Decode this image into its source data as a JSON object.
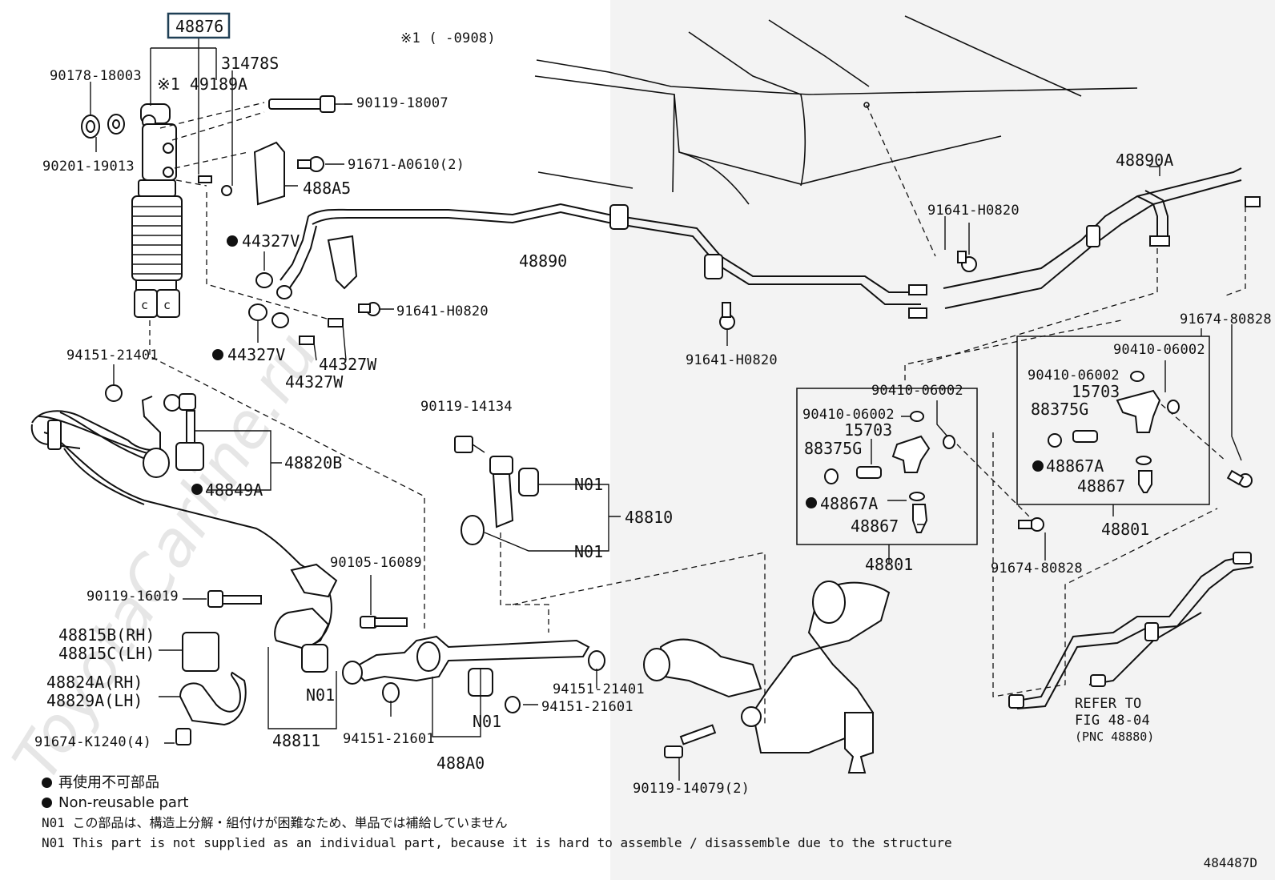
{
  "note_top": "※1 (      -0908)",
  "highlighted_part": "48876",
  "labels": {
    "p48876": "48876",
    "p31478S": "31478S",
    "p49189A": "※1 49189A",
    "p90178": "90178-18003",
    "p90201": "90201-19013",
    "p90119_18007": "90119-18007",
    "p91671": "91671-A0610(2)",
    "p488A5": "488A5",
    "p44327V_a": "44327V",
    "p44327V_b": "44327V",
    "p44327W_a": "44327W",
    "p44327W_b": "44327W",
    "p91641_a": "91641-H0820",
    "p91641_b": "91641-H0820",
    "p91641_c": "91641-H0820",
    "p48890": "48890",
    "p48890A": "48890A",
    "p91674_80828_a": "91674-80828",
    "p91674_80828_b": "91674-80828",
    "p94151_21401_a": "94151-21401",
    "p94151_21401_b": "94151-21401",
    "p48820B": "48820B",
    "p48849A": "48849A",
    "p90119_14134": "90119-14134",
    "pN01_a": "N01",
    "pN01_b": "N01",
    "pN01_c": "N01",
    "pN01_d": "N01",
    "p48810": "48810",
    "p90105": "90105-16089",
    "p90119_16019": "90119-16019",
    "p48815B": "48815B(RH)",
    "p48815C": "48815C(LH)",
    "p48824A": "48824A(RH)",
    "p48829A": "48829A(LH)",
    "p91674_K1240": "91674-K1240(4)",
    "p48811": "48811",
    "p94151_21601_a": "94151-21601",
    "p94151_21601_b": "94151-21601",
    "p488A0": "488A0",
    "p90119_14079": "90119-14079(2)",
    "p90410_a": "90410-06002",
    "p90410_b": "90410-06002",
    "p90410_c": "90410-06002",
    "p90410_d": "90410-06002",
    "p15703_a": "15703",
    "p15703_b": "15703",
    "p88375G_a": "88375G",
    "p88375G_b": "88375G",
    "p48867A_a": "48867A",
    "p48867A_b": "48867A",
    "p48867_a": "48867",
    "p48867_b": "48867",
    "p48801_a": "48801",
    "p48801_b": "48801",
    "refer1": "REFER TO",
    "refer2": "FIG 48-04",
    "refer3": "(PNC 48880)"
  },
  "legend": {
    "jp_nonreusable": "再使用不可部品",
    "en_nonreusable": "Non-reusable part",
    "n01_jp": "N01 この部品は、構造上分解・組付けが困難なため、単品では補給していません",
    "n01_en": "N01 This part is not supplied as an individual part, because it is hard to assemble / disassemble due to the structure"
  },
  "figure_number": "484487D",
  "watermark": "ToyotaCarline.ru",
  "colors": {
    "highlight_border": "#1f3f55",
    "right_shade": "#f2f2f2",
    "ink": "#111111"
  }
}
